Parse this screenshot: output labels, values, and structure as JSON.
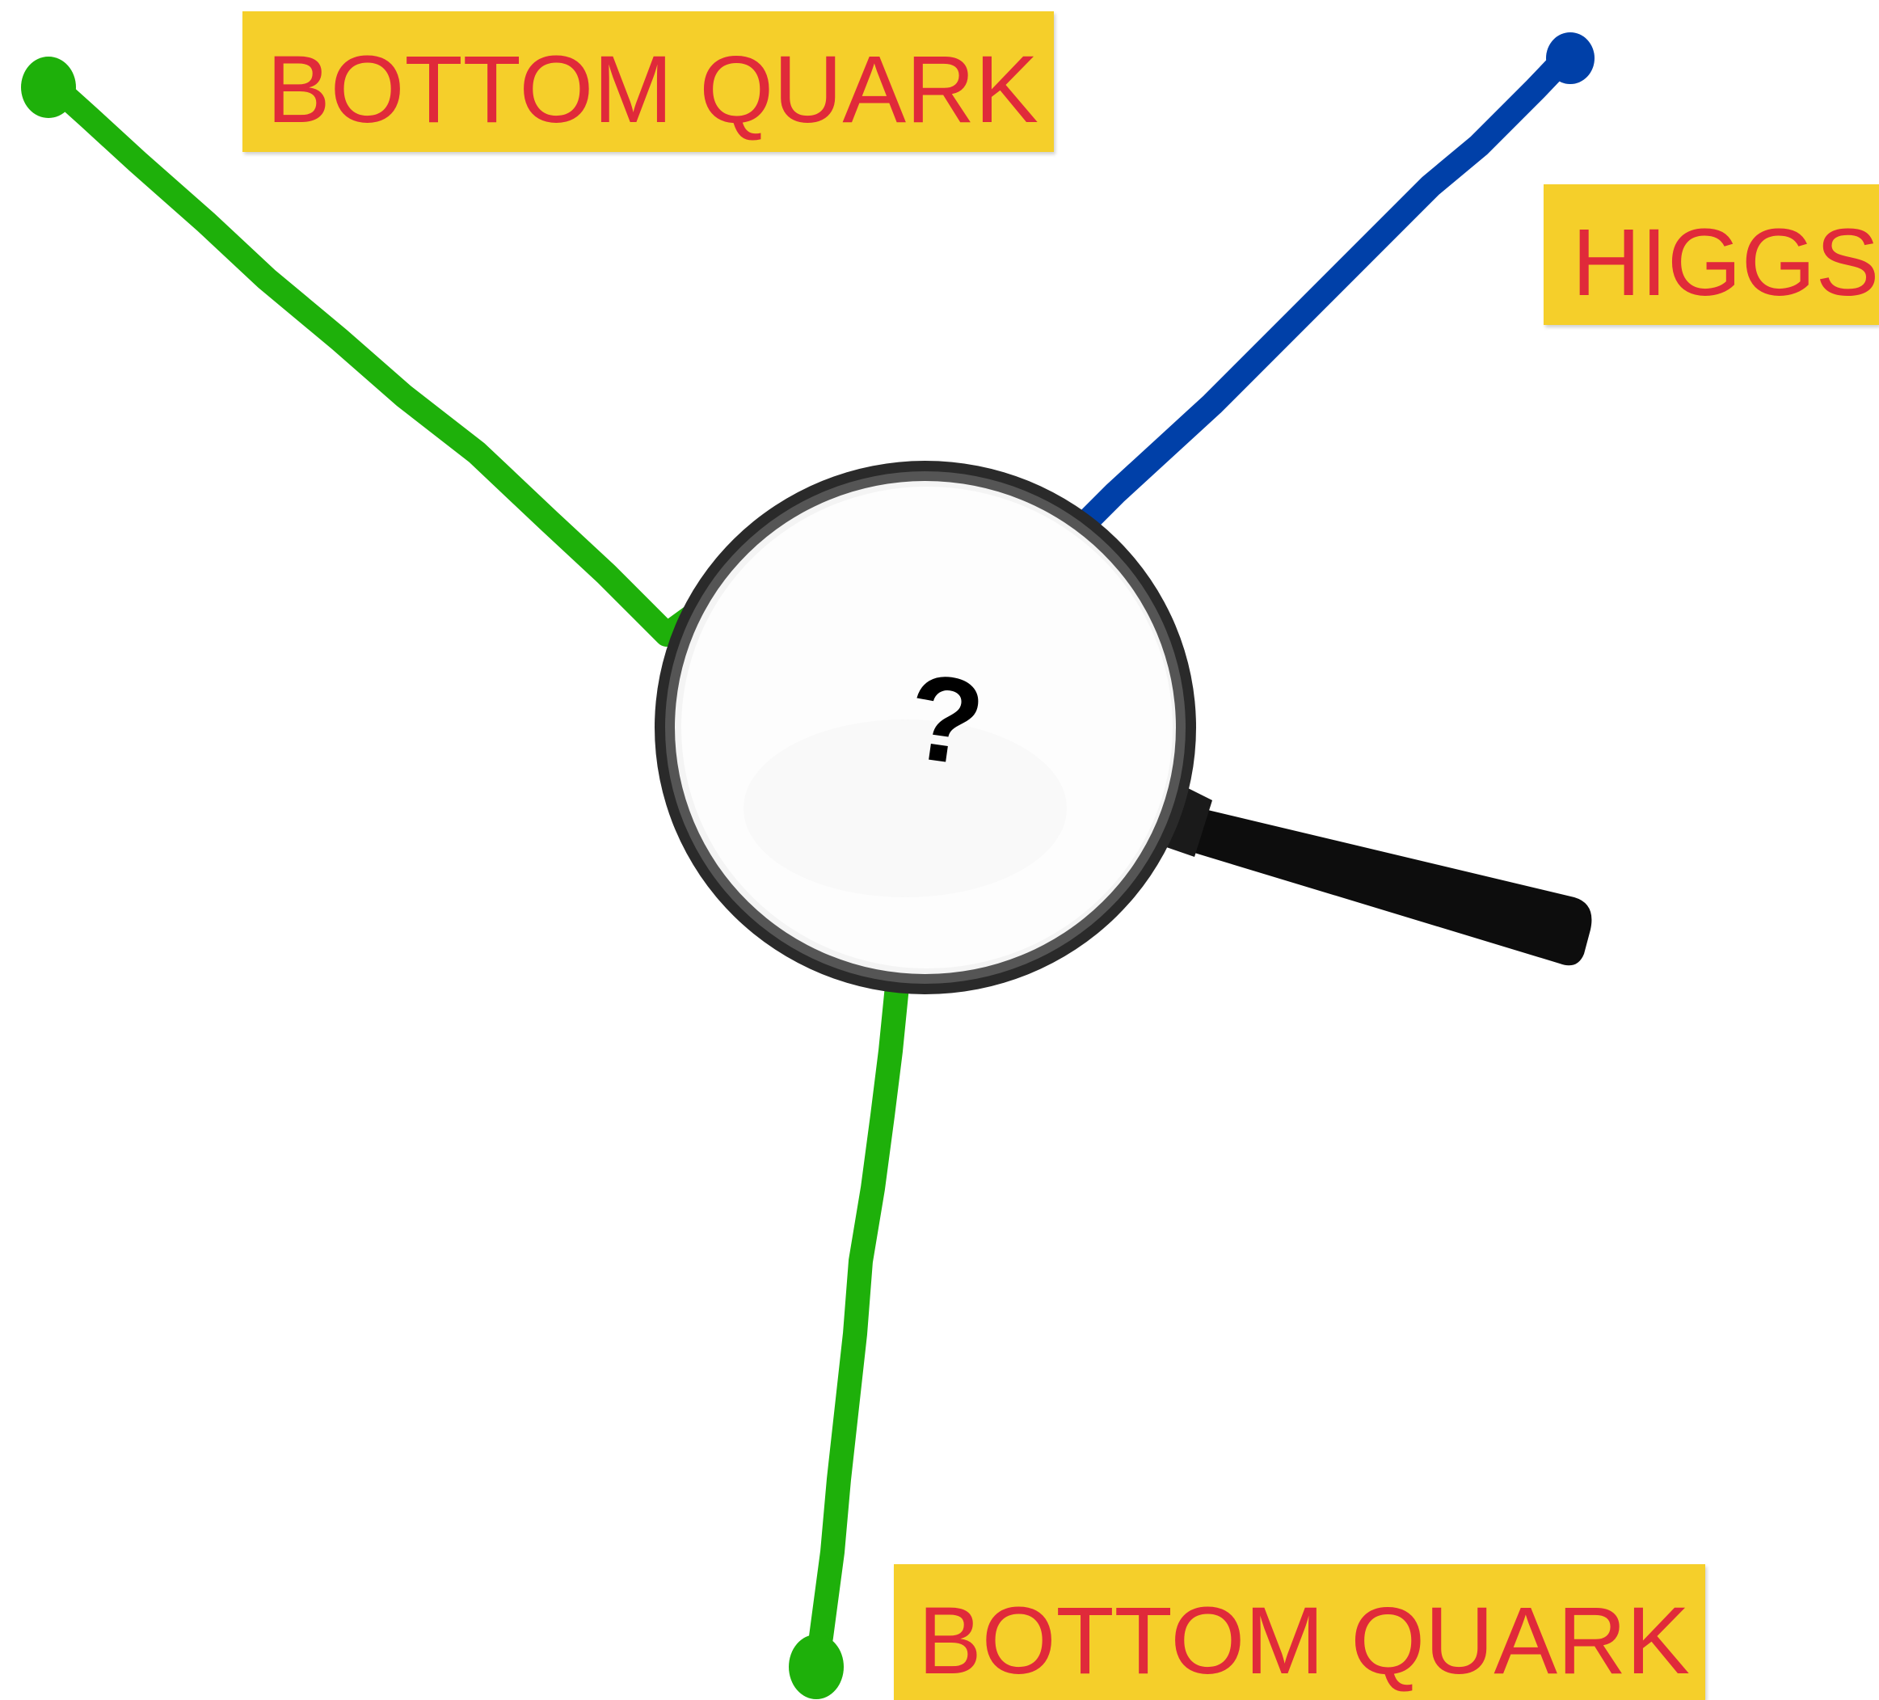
{
  "labels": {
    "top_left": "BOTTOM QUARK",
    "top_right": "HIGGS",
    "bottom_right": "BOTTOM QUARK"
  },
  "center_mark": "?",
  "colors": {
    "bottom_quark_line": "#1eb00a",
    "higgs_line": "#0040a8",
    "label_background": "#f5cf2a",
    "label_text": "#e02a3a",
    "magnifier_rim": "#1a1a1a"
  },
  "icons": {
    "center": "magnifying-glass-icon"
  }
}
